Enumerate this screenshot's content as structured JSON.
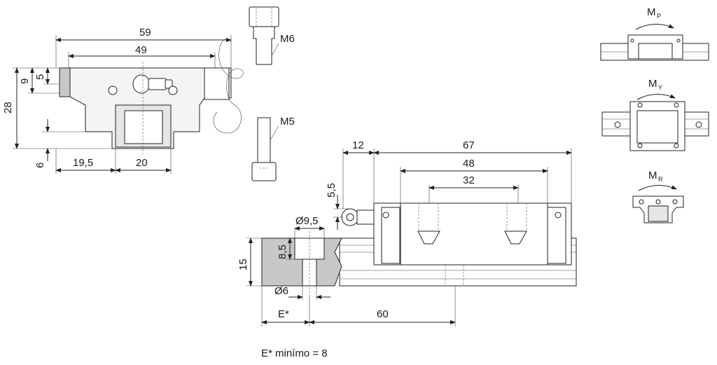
{
  "front_view": {
    "dims": {
      "d59": "59",
      "d49": "49",
      "d9": "9",
      "d5": "5",
      "d28": "28",
      "d6": "6",
      "d19_5": "19,5",
      "d20": "20"
    }
  },
  "screws": {
    "m6": "M6",
    "m5": "M5"
  },
  "side_view": {
    "dims": {
      "d12": "12",
      "d67": "67",
      "d48": "48",
      "d32": "32",
      "d5_5": "5,5"
    }
  },
  "rail_section": {
    "dims": {
      "dia9_5": "Ø9,5",
      "d8_5": "8,5",
      "d15": "15",
      "dia6": "Ø6",
      "e_star": "E*",
      "d60": "60"
    },
    "note": "E* minímo = 8"
  },
  "moments": {
    "mp": {
      "base": "M",
      "sub": "P"
    },
    "my": {
      "base": "M",
      "sub": "Y"
    },
    "mr": {
      "base": "M",
      "sub": "R"
    }
  }
}
